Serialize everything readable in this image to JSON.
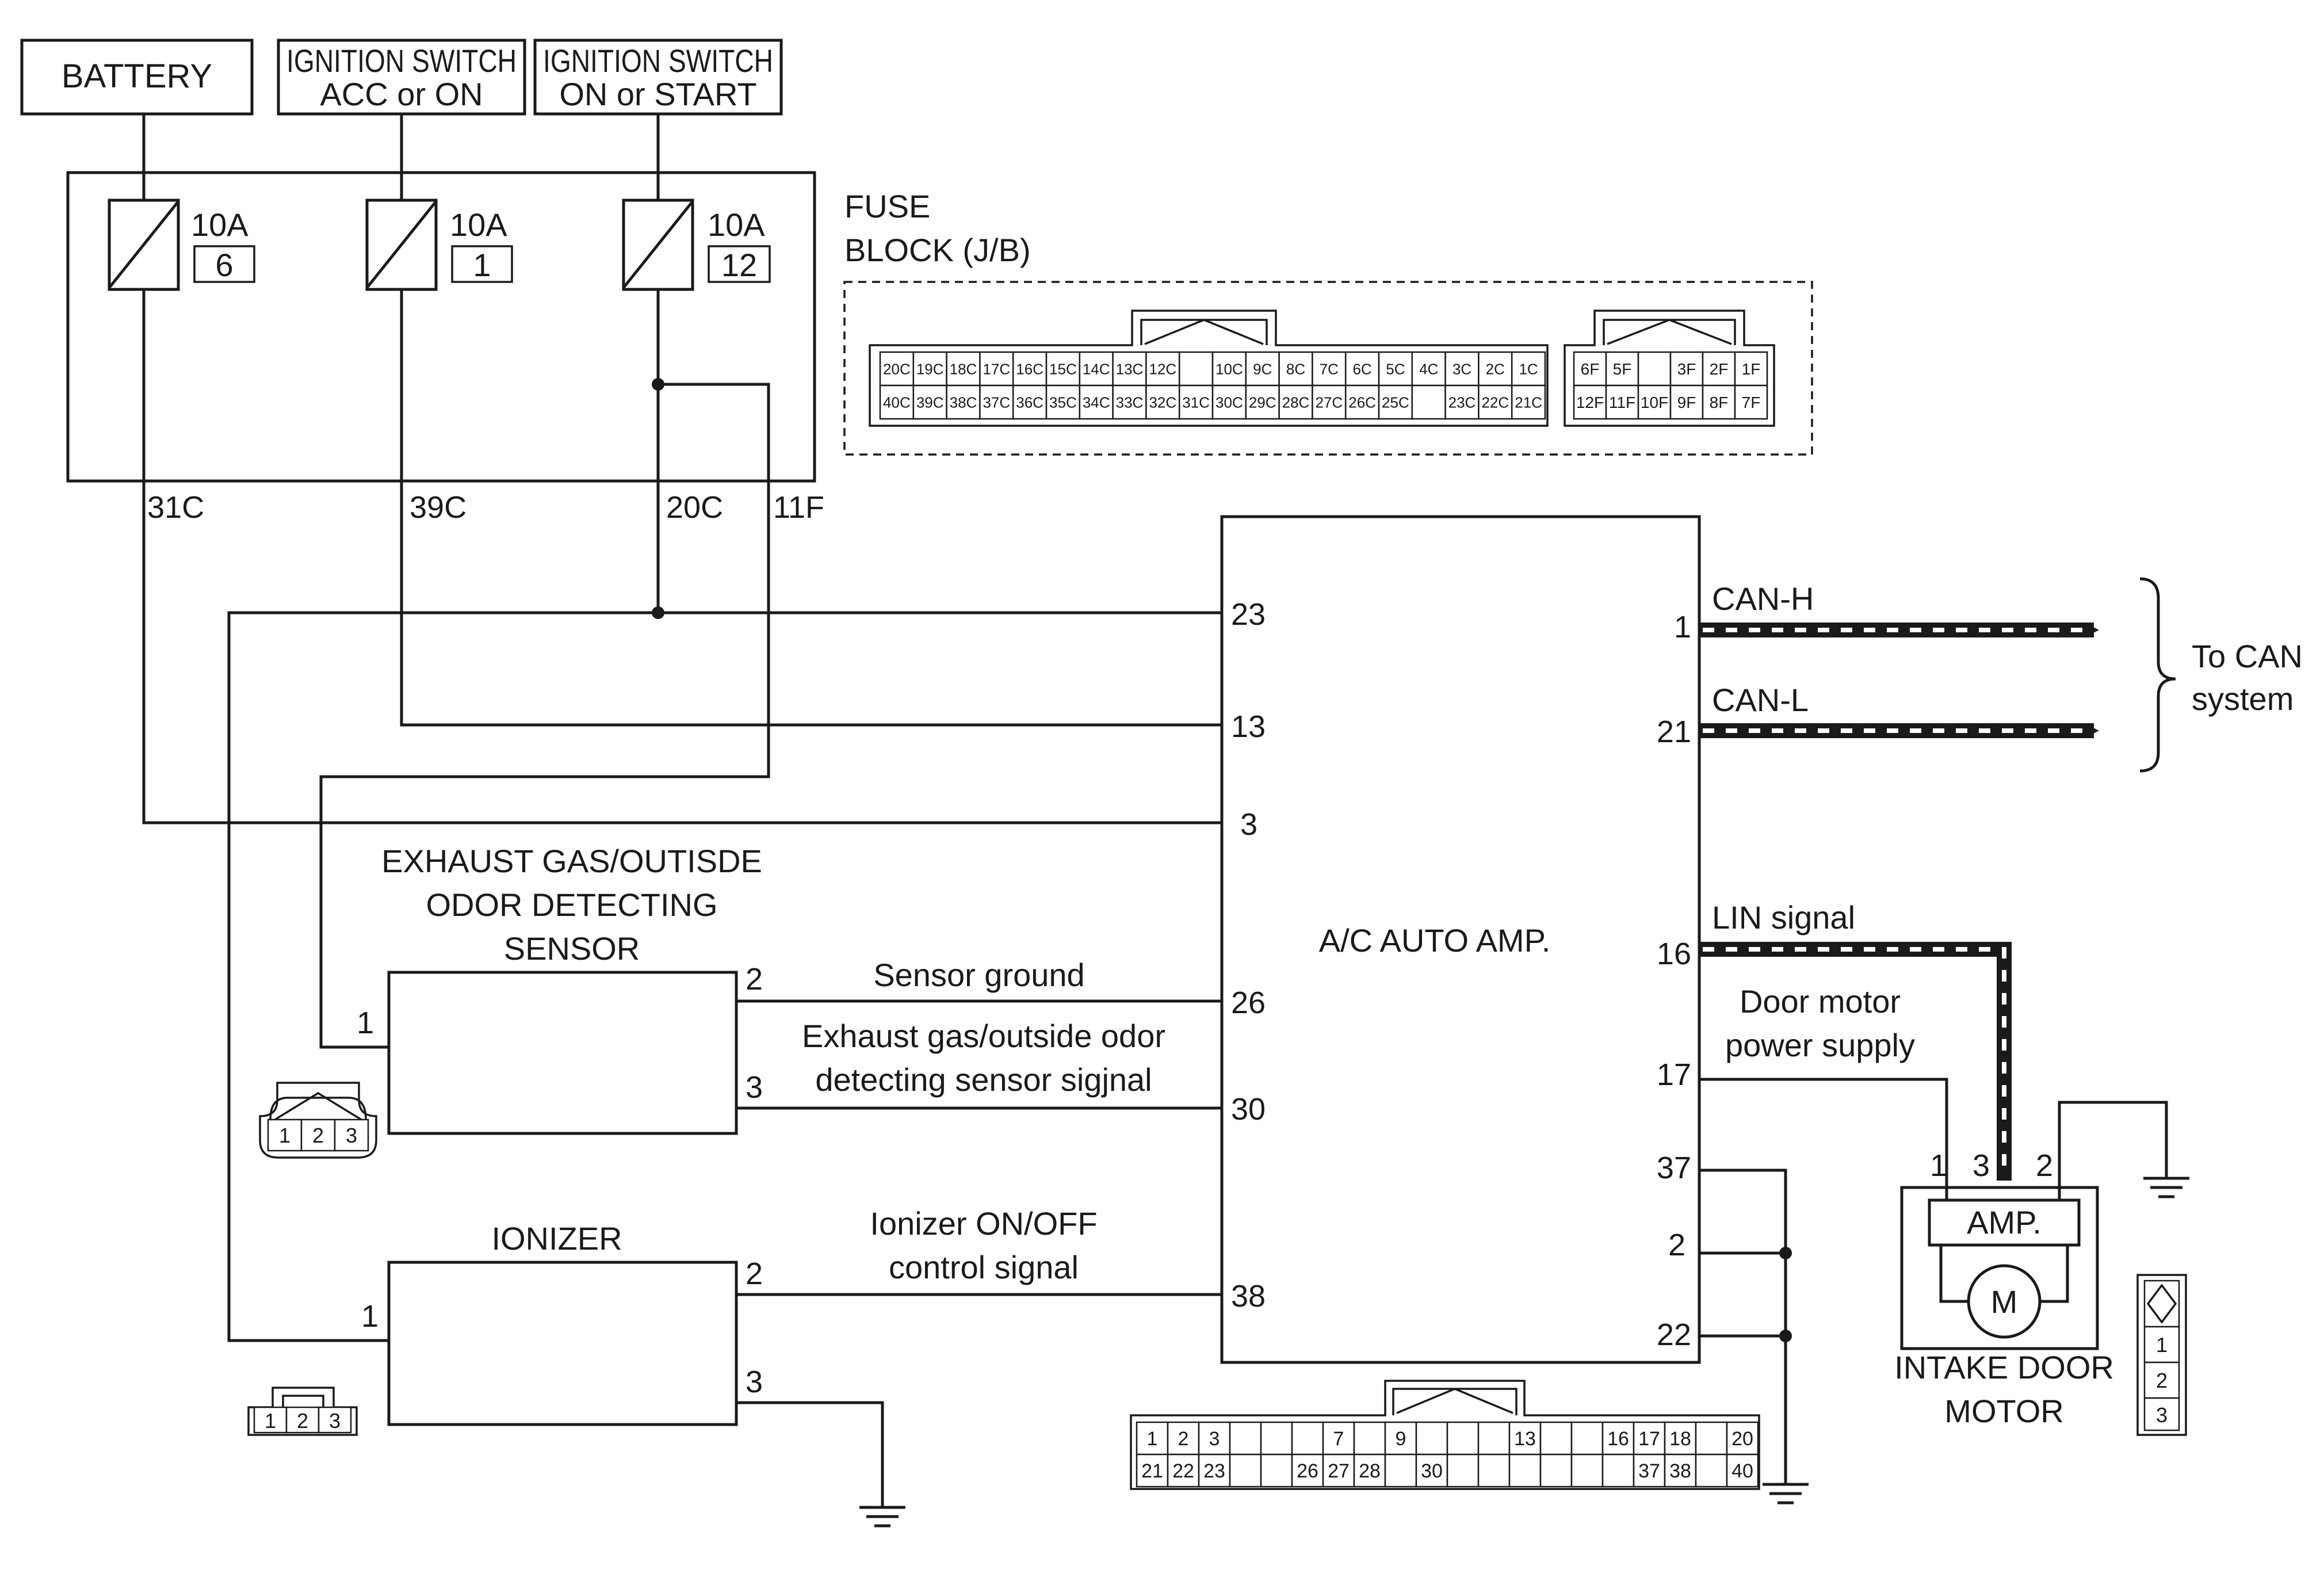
{
  "power": {
    "battery": "BATTERY",
    "ign_acc_l1": "IGNITION SWITCH",
    "ign_acc_l2": "ACC or ON",
    "ign_on_l1": "IGNITION SWITCH",
    "ign_on_l2": "ON or START"
  },
  "fuses": [
    {
      "rating": "10A",
      "number": "6",
      "terminal": "31C"
    },
    {
      "rating": "10A",
      "number": "1",
      "terminal": "39C"
    },
    {
      "rating": "10A",
      "number": "12",
      "terminal": "20C"
    }
  ],
  "fuse_block": {
    "title_l1": "FUSE",
    "title_l2": "BLOCK (J/B)",
    "extra_terminal": "11F",
    "connector_c_top": [
      "20C",
      "19C",
      "18C",
      "17C",
      "16C",
      "15C",
      "14C",
      "13C",
      "12C",
      "",
      "10C",
      "9C",
      "8C",
      "7C",
      "6C",
      "5C",
      "4C",
      "3C",
      "2C",
      "1C"
    ],
    "connector_c_bottom": [
      "40C",
      "39C",
      "38C",
      "37C",
      "36C",
      "35C",
      "34C",
      "33C",
      "32C",
      "31C",
      "30C",
      "29C",
      "28C",
      "27C",
      "26C",
      "25C",
      "",
      "23C",
      "22C",
      "21C"
    ],
    "connector_f_top": [
      "6F",
      "5F",
      "",
      "3F",
      "2F",
      "1F"
    ],
    "connector_f_bottom": [
      "12F",
      "11F",
      "10F",
      "9F",
      "8F",
      "7F"
    ]
  },
  "amp": {
    "name": "A/C AUTO AMP.",
    "pins_left": [
      "23",
      "13",
      "3",
      "26",
      "30",
      "38"
    ],
    "pins_right": [
      "1",
      "21",
      "16",
      "17",
      "37",
      "2",
      "22"
    ],
    "connector_top": [
      "1",
      "2",
      "3",
      "",
      "",
      "",
      "7",
      "",
      "9",
      "",
      "",
      "",
      "13",
      "",
      "",
      "16",
      "17",
      "18",
      "",
      "20"
    ],
    "connector_bottom": [
      "21",
      "22",
      "23",
      "",
      "",
      "26",
      "27",
      "28",
      "",
      "30",
      "",
      "",
      "",
      "",
      "",
      "",
      "37",
      "38",
      "",
      "40"
    ]
  },
  "can": {
    "can_h": "CAN-H",
    "can_l": "CAN-L",
    "to_l1": "To CAN",
    "to_l2": "system"
  },
  "lin": {
    "signal": "LIN signal",
    "door_supply_l1": "Door motor",
    "door_supply_l2": "power supply"
  },
  "sensor": {
    "name_l1": "EXHAUST GAS/OUTISDE",
    "name_l2": "ODOR DETECTING",
    "name_l3": "SENSOR",
    "pin1": "1",
    "pin2": "2",
    "pin3": "3",
    "ground_label": "Sensor ground",
    "signal_l1": "Exhaust gas/outside odor",
    "signal_l2": "detecting sensor sigjnal",
    "connector": [
      "1",
      "2",
      "3"
    ]
  },
  "ionizer": {
    "name": "IONIZER",
    "pin1": "1",
    "pin2": "2",
    "pin3": "3",
    "signal_l1": "Ionizer ON/OFF",
    "signal_l2": "control signal",
    "connector": [
      "1",
      "2",
      "3"
    ]
  },
  "door_motor": {
    "amp_label": "AMP.",
    "motor_symbol": "M",
    "name_l1": "INTAKE DOOR",
    "name_l2": "MOTOR",
    "pin1": "1",
    "pin3": "3",
    "pin2": "2",
    "connector": [
      "1",
      "2",
      "3"
    ]
  }
}
